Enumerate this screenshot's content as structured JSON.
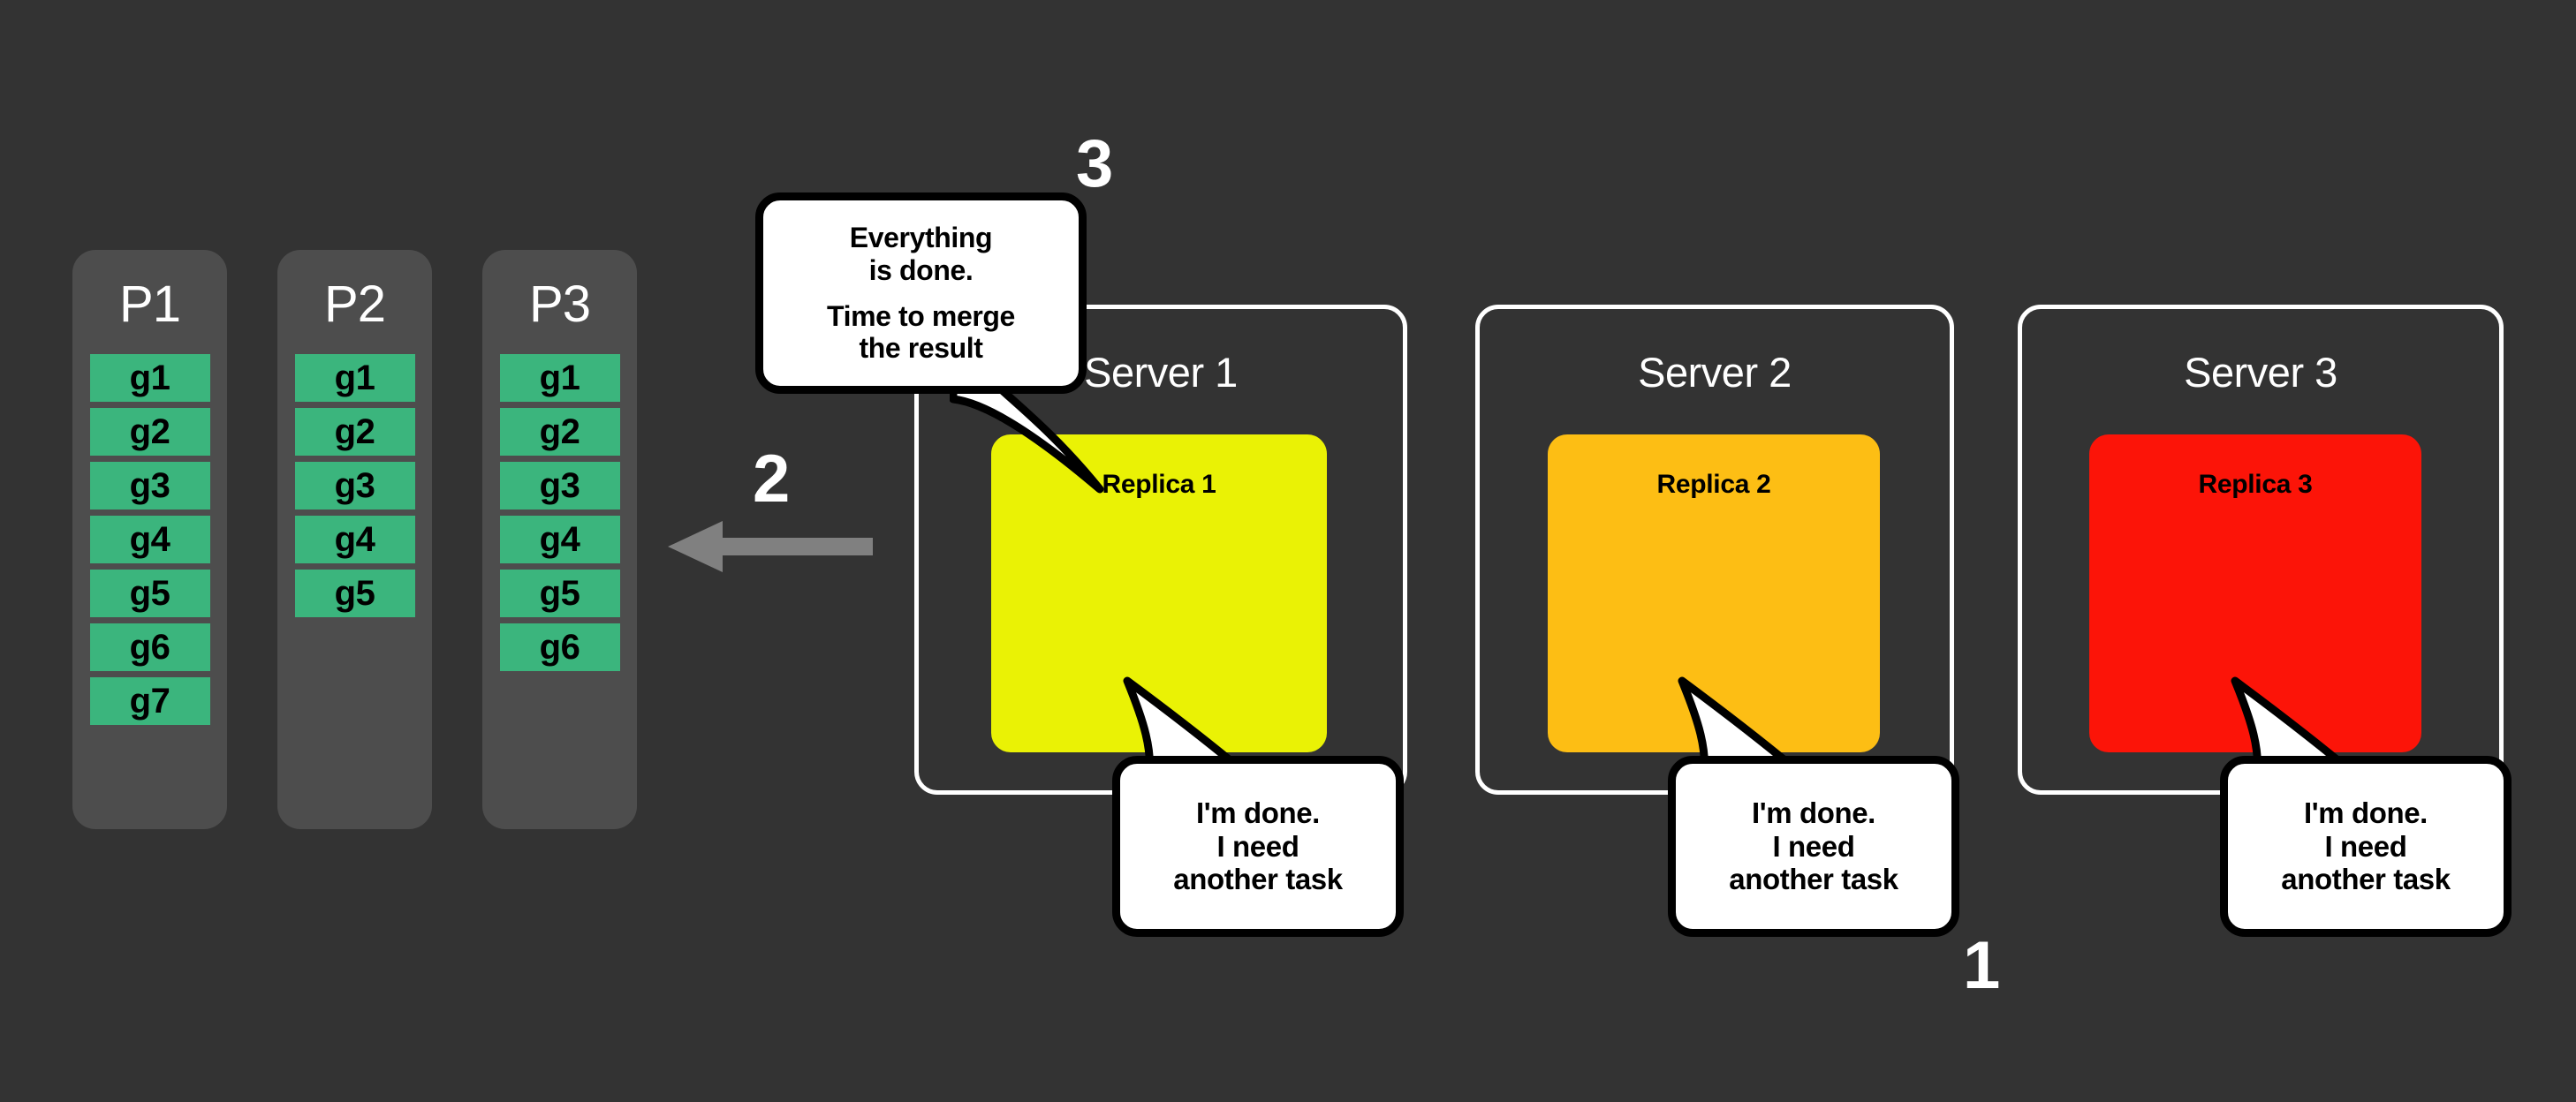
{
  "background_colors": {
    "page": "#333333",
    "partition_column": "#4d4d4d",
    "chip_green": "#3bb57d",
    "replica_1": "#eaf205",
    "replica_2": "#fdbe14",
    "replica_3": "#fc1408",
    "arrow": "#808080",
    "server_border": "#ffffff"
  },
  "partitions": [
    {
      "title": "P1",
      "chips": [
        "g1",
        "g2",
        "g3",
        "g4",
        "g5",
        "g6",
        "g7"
      ]
    },
    {
      "title": "P2",
      "chips": [
        "g1",
        "g2",
        "g3",
        "g4",
        "g5"
      ]
    },
    {
      "title": "P3",
      "chips": [
        "g1",
        "g2",
        "g3",
        "g4",
        "g5",
        "g6"
      ]
    }
  ],
  "steps": {
    "one": "1",
    "two": "2",
    "three": "3"
  },
  "servers": [
    {
      "title": "Server 1",
      "replica_label": "Replica 1"
    },
    {
      "title": "Server 2",
      "replica_label": "Replica 2"
    },
    {
      "title": "Server 3",
      "replica_label": "Replica 3"
    }
  ],
  "bubbles": {
    "merge": {
      "lines": [
        "Everything",
        "is done.",
        "Time to merge",
        "the result"
      ]
    },
    "done": {
      "lines": [
        "I'm done.",
        "I need",
        "another task"
      ]
    }
  }
}
